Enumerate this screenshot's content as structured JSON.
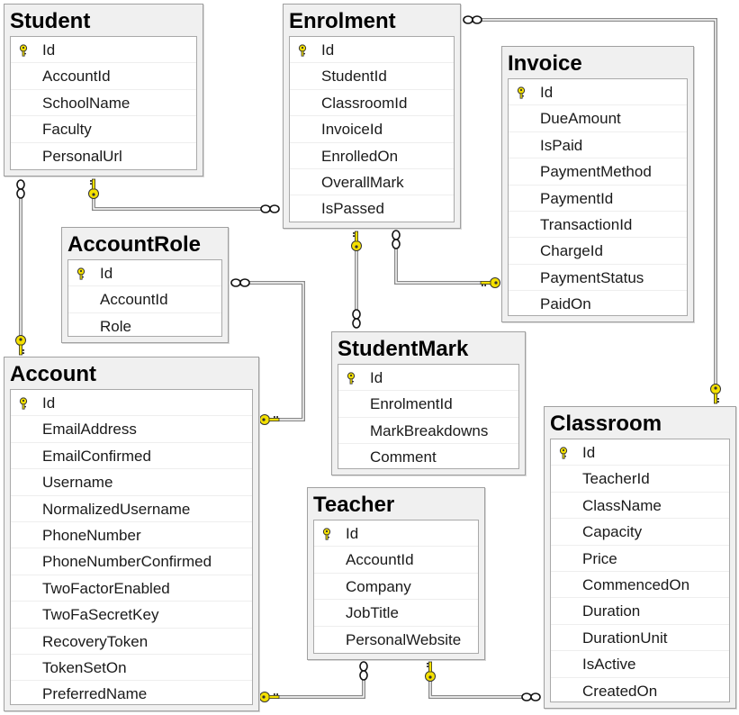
{
  "colors": {
    "key": "#f4e000",
    "keyStroke": "#333333",
    "connector": "#888888"
  },
  "tables": {
    "student": {
      "title": "Student",
      "fields": [
        "Id",
        "AccountId",
        "SchoolName",
        "Faculty",
        "PersonalUrl"
      ]
    },
    "enrolment": {
      "title": "Enrolment",
      "fields": [
        "Id",
        "StudentId",
        "ClassroomId",
        "InvoiceId",
        "EnrolledOn",
        "OverallMark",
        "IsPassed"
      ]
    },
    "invoice": {
      "title": "Invoice",
      "fields": [
        "Id",
        "DueAmount",
        "IsPaid",
        "PaymentMethod",
        "PaymentId",
        "TransactionId",
        "ChargeId",
        "PaymentStatus",
        "PaidOn"
      ]
    },
    "accountrole": {
      "title": "AccountRole",
      "fields": [
        "Id",
        "AccountId",
        "Role"
      ]
    },
    "account": {
      "title": "Account",
      "fields": [
        "Id",
        "EmailAddress",
        "EmailConfirmed",
        "Username",
        "NormalizedUsername",
        "PhoneNumber",
        "PhoneNumberConfirmed",
        "TwoFactorEnabled",
        "TwoFaSecretKey",
        "RecoveryToken",
        "TokenSetOn",
        "PreferredName"
      ]
    },
    "studentmark": {
      "title": "StudentMark",
      "fields": [
        "Id",
        "EnrolmentId",
        "MarkBreakdowns",
        "Comment"
      ]
    },
    "teacher": {
      "title": "Teacher",
      "fields": [
        "Id",
        "AccountId",
        "Company",
        "JobTitle",
        "PersonalWebsite"
      ]
    },
    "classroom": {
      "title": "Classroom",
      "fields": [
        "Id",
        "TeacherId",
        "ClassName",
        "Capacity",
        "Price",
        "CommencedOn",
        "Duration",
        "DurationUnit",
        "IsActive",
        "CreatedOn"
      ]
    }
  }
}
